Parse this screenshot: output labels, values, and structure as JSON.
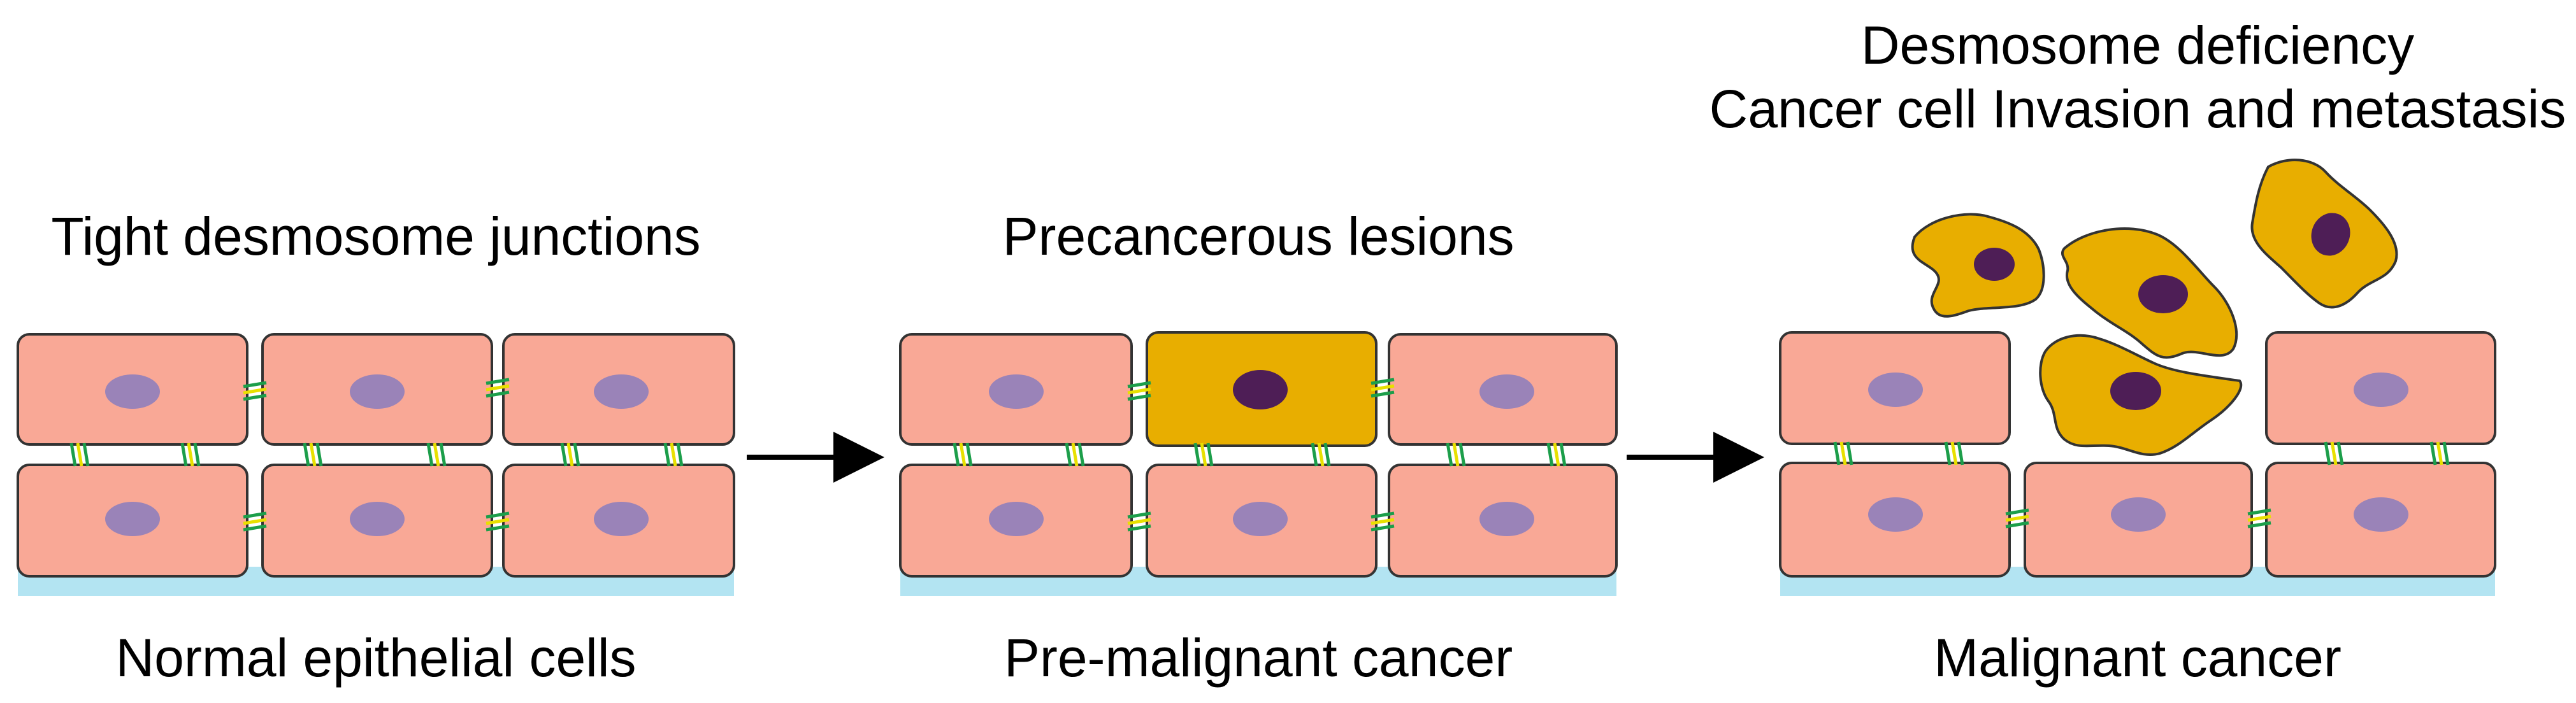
{
  "panels": [
    {
      "top_label": "Tight desmosome junctions",
      "bottom_label": "Normal epithelial cells"
    },
    {
      "top_label": "Precancerous lesions",
      "bottom_label": "Pre-malignant cancer"
    },
    {
      "top_label_line1": "Desmosome deficiency",
      "top_label_line2": "Cancer cell Invasion and metastasis",
      "bottom_label": "Malignant cancer"
    }
  ],
  "colors": {
    "normal_cell": "#F9A896",
    "normal_nucleus": "#9A83B8",
    "cancer_cell": "#E8AE00",
    "cancer_nucleus": "#4E1E56",
    "basement_membrane": "#B3E4F2",
    "junction_green": "#1C9E4A",
    "junction_yellow": "#E8E000",
    "outline": "#333333",
    "arrow": "#000000"
  }
}
